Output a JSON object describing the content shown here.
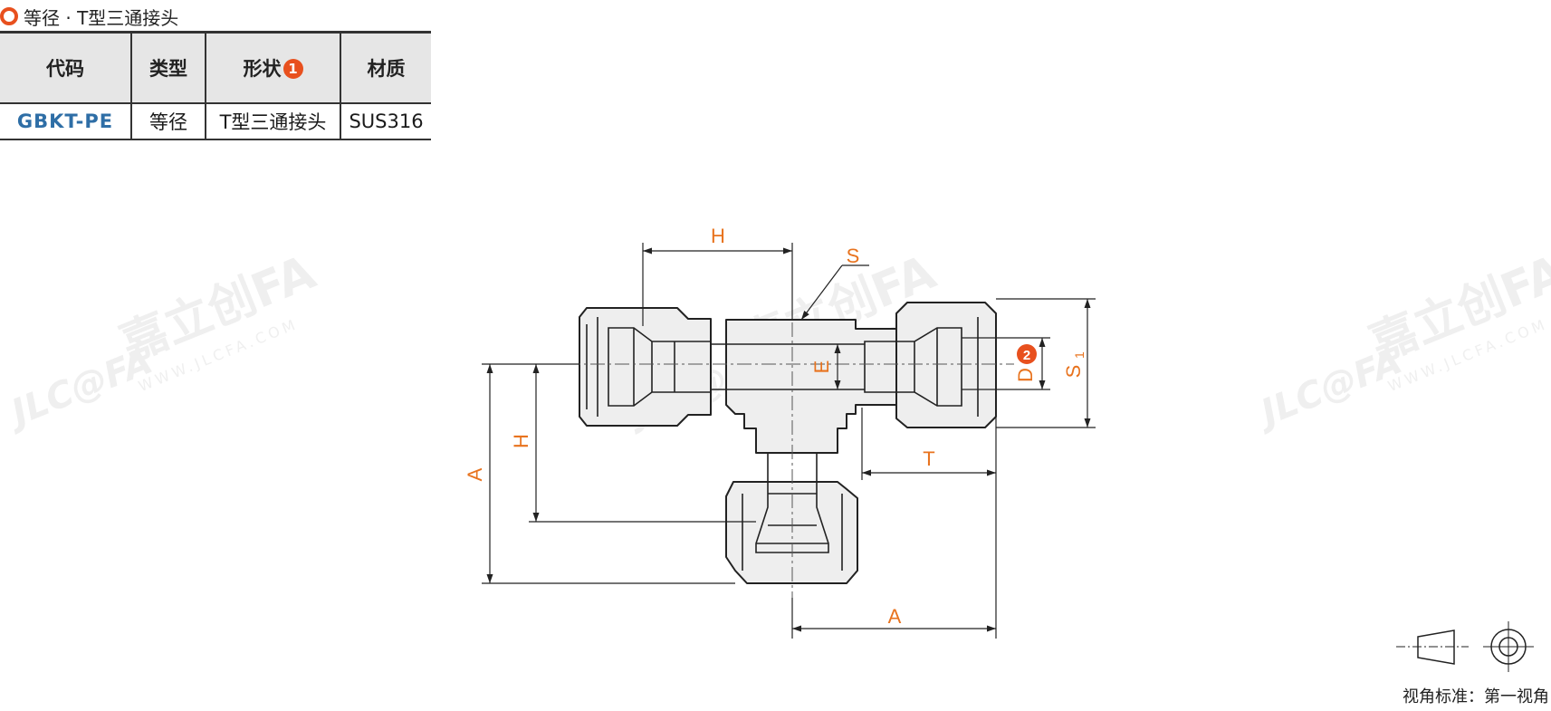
{
  "section": {
    "title": "等径 · T型三通接头"
  },
  "table": {
    "headers": [
      "代码",
      "类型",
      "形状",
      "材质"
    ],
    "shape_note_badge": "1",
    "row": [
      "GBKT-PE",
      "等径",
      "T型三通接头",
      "SUS316"
    ]
  },
  "drawing": {
    "labels": {
      "H": "H",
      "S": "S",
      "E": "E",
      "D": "D",
      "S1": "S",
      "S1_sub": "1",
      "T": "T",
      "A": "A"
    },
    "badge_D": "2",
    "watermark": {
      "brand": "JLC@FA",
      "cn": "嘉立创FA",
      "url": "WWW.JLCFA.COM"
    },
    "colors": {
      "dimension": "#e8731e",
      "badge": "#e8501e",
      "line": "#222222",
      "fill": "#eeeeee"
    }
  },
  "footer": {
    "view_standard": "视角标准：第一视角"
  }
}
